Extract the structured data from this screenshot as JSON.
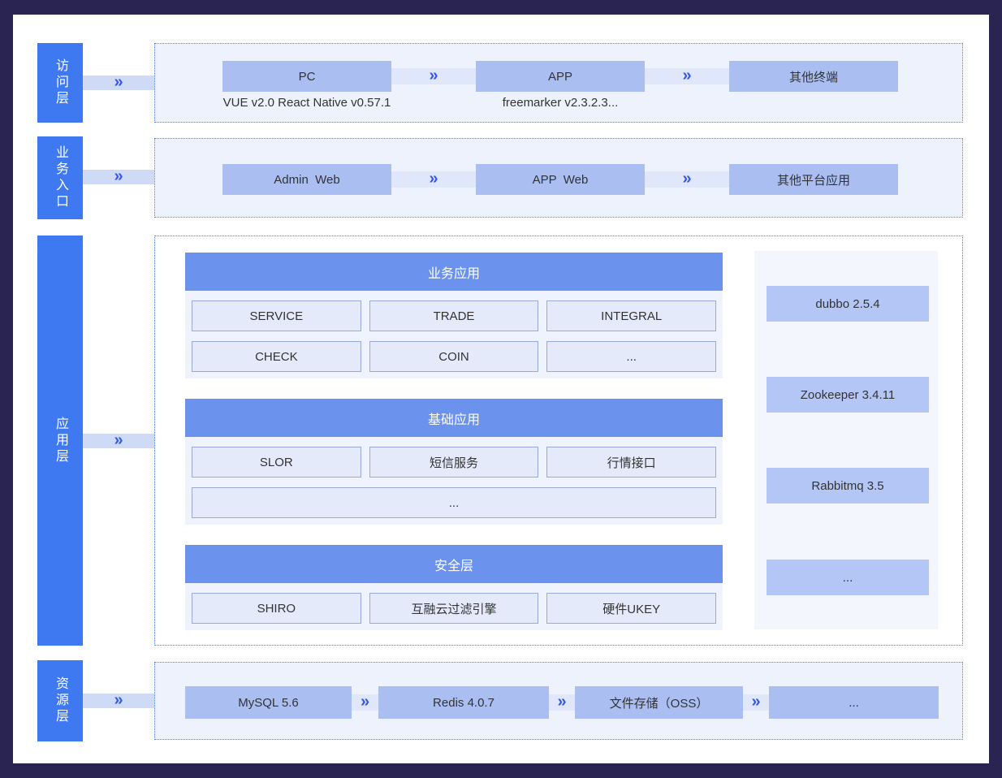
{
  "diagram": {
    "chevron": "»",
    "colors": {
      "frame": "#2a2452",
      "layer_label_bg": "#3e79f1",
      "group_header_bg": "#6b93ee",
      "node_bg": "#aabef2",
      "panel_bg": "#eef2fc",
      "dotted_border": "#5d7ff0"
    },
    "layers": {
      "access": {
        "label": "访问层",
        "items": [
          {
            "label": "PC",
            "sub": "VUE v2.0 React Native v0.57.1"
          },
          {
            "label": "APP",
            "sub": "freemarker v2.3.2.3..."
          },
          {
            "label": "其他终端",
            "sub": ""
          }
        ]
      },
      "entry": {
        "label": "业务入口",
        "items": [
          {
            "label": "Admin  Web"
          },
          {
            "label": "APP  Web"
          },
          {
            "label": "其他平台应用"
          }
        ]
      },
      "application": {
        "label": "应用层",
        "groups": [
          {
            "title": "业务应用",
            "cells": [
              "SERVICE",
              "TRADE",
              "INTEGRAL",
              "CHECK",
              "COIN",
              "..."
            ]
          },
          {
            "title": "基础应用",
            "cells": [
              "SLOR",
              "短信服务",
              "行情接口"
            ],
            "full_cell": "..."
          },
          {
            "title": "安全层",
            "cells": [
              "SHIRO",
              "互融云过滤引擎",
              "硬件UKEY"
            ]
          }
        ],
        "middleware": [
          "dubbo 2.5.4",
          "Zookeeper 3.4.11",
          "Rabbitmq 3.5",
          "..."
        ]
      },
      "resource": {
        "label": "资源层",
        "items": [
          {
            "label": "MySQL 5.6"
          },
          {
            "label": "Redis 4.0.7"
          },
          {
            "label": "文件存储（OSS）"
          },
          {
            "label": "..."
          }
        ]
      }
    }
  }
}
